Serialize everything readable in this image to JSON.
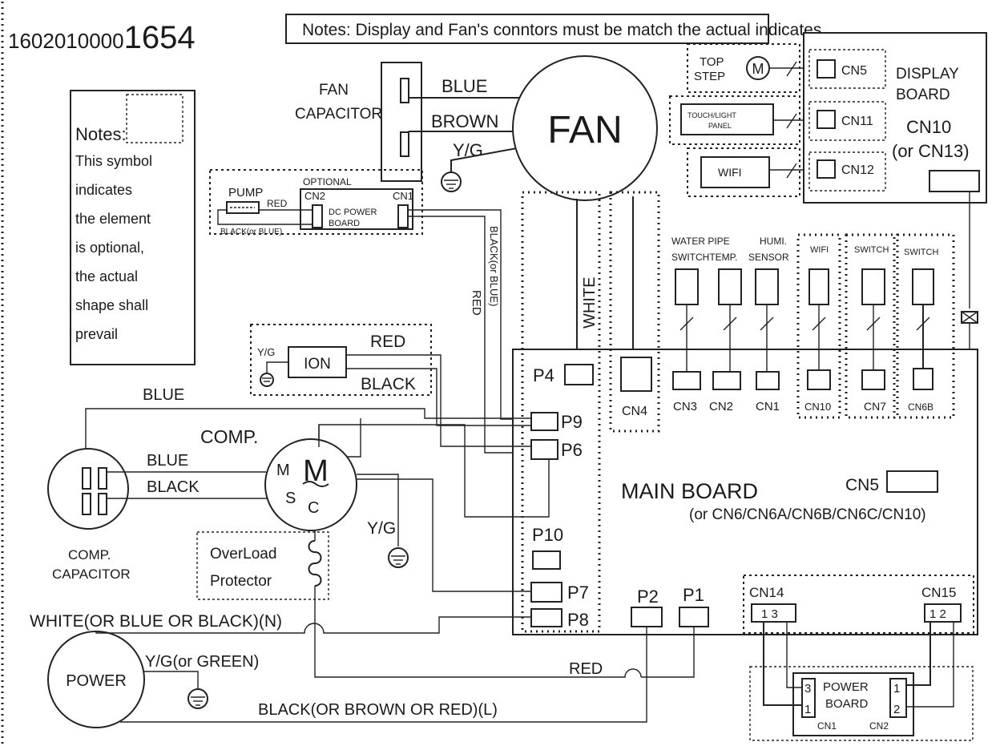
{
  "header": {
    "part_prefix": "1602010000",
    "part_suffix": "1654",
    "top_note": "Notes: Display and Fan's conntors must be match the actual indicates."
  },
  "side_note": {
    "title": "Notes:",
    "lines": [
      "This symbol",
      "indicates",
      "the element",
      "is optional,",
      "the actual",
      "shape shall",
      "prevail"
    ]
  },
  "fan": {
    "label": "FAN",
    "capacitor_label_1": "FAN",
    "capacitor_label_2": "CAPACITOR",
    "wire_blue": "BLUE",
    "wire_brown": "BROWN",
    "wire_yg": "Y/G",
    "wire_white": "WHITE"
  },
  "pump_group": {
    "optional_label": "OPTIONAL",
    "pump_label": "PUMP",
    "red_label": "RED",
    "black_label": "BLACK(or BLUE)",
    "cn2_label": "CN2",
    "cn1_label": "CN1",
    "board_label_1": "DC  POWER",
    "board_label_2": "BOARD",
    "vertical_red": "RED",
    "vertical_black": "BLACK(or BLUE)"
  },
  "display_group": {
    "top_step_1": "TOP",
    "top_step_2": "STEP",
    "motor_symbol": "M",
    "touch_panel_1": "TOUCH/LIGHT",
    "touch_panel_2": "PANEL",
    "wifi_module": "WIFI",
    "cn5": "CN5",
    "cn11": "CN11",
    "cn12": "CN12",
    "board_label_1": "DISPLAY",
    "board_label_2": "BOARD",
    "cn10_label": "CN10",
    "cn13_label": "(or CN13)"
  },
  "sensors": {
    "water_pipe": "WATER PIPE",
    "switch_temp": "SWITCHTEMP.",
    "humi_1": "HUMI.",
    "humi_2": "SENSOR",
    "wifi": "WIFI",
    "switch_a": "SWITCH",
    "switch_b": "SWITCH"
  },
  "ion_group": {
    "ion": "ION",
    "yg": "Y/G",
    "red": "RED",
    "black": "BLACK"
  },
  "main_board": {
    "title": "MAIN  BOARD",
    "subtitle": "(or CN6/CN6A/CN6B/CN6C/CN10)",
    "p4": "P4",
    "cn4": "CN4",
    "cn3": "CN3",
    "cn2": "CN2",
    "cn1": "CN1",
    "cn10": "CN10",
    "cn7": "CN7",
    "cn6b": "CN6B",
    "p9": "P9",
    "p6": "P6",
    "p10": "P10",
    "p7": "P7",
    "p8": "P8",
    "p2": "P2",
    "p1": "P1",
    "cn5": "CN5",
    "cn14": "CN14",
    "cn14_pins": "1  3",
    "cn15": "CN15",
    "cn15_pins": "1  2"
  },
  "compressor": {
    "label": "COMP.",
    "motor": "M",
    "m_term": "M",
    "s_term": "S",
    "c_term": "C",
    "blue_top": "BLUE",
    "blue": "BLUE",
    "black": "BLACK",
    "yg": "Y/G",
    "cap_label_1": "COMP.",
    "cap_label_2": "CAPACITOR"
  },
  "overload": {
    "line1": "OverLoad",
    "line2": "Protector"
  },
  "power": {
    "label": "POWER",
    "neutral": "WHITE(OR BLUE OR BLACK)(N)",
    "ground": "Y/G(or  GREEN)",
    "live": "BLACK(OR BROWN OR RED)(L)",
    "red": "RED"
  },
  "power_board": {
    "line1": "POWER",
    "line2": "BOARD",
    "cn1": "CN1",
    "cn2": "CN2",
    "pin3": "3",
    "pin1": "1",
    "pin1b": "1",
    "pin2": "2"
  }
}
